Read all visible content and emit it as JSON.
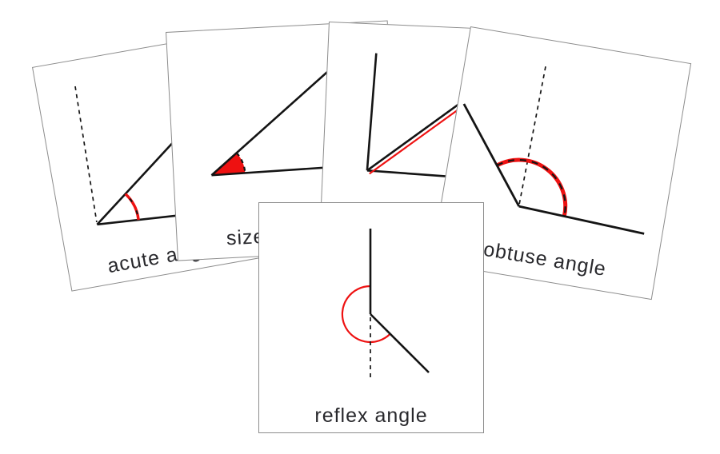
{
  "colors": {
    "page-bg": "#ffffff",
    "card-bg": "#ffffff",
    "card-border": "#8c8c8c",
    "line": "#141414",
    "red": "#ee1111",
    "text": "#28282c"
  },
  "cards": [
    {
      "name": "acute-angle-card",
      "label": "acute angle",
      "figure": "acute angle between two black rays with red arc and a dashed vertical reference line"
    },
    {
      "name": "size-of-angle-card",
      "label": "size of angle",
      "figure": "acute angle with solid red filled sector and dashed arc border"
    },
    {
      "name": "angle-side-card",
      "label": "",
      "figure": "angle with vertical and horizontal rays; diagonal ray highlighted by a parallel red line; caption hidden behind front card"
    },
    {
      "name": "obtuse-angle-card",
      "label": "obtuse angle",
      "figure": "obtuse angle between two black rays with thick red arc overlaid by black dashes and a dashed vertical reference line"
    },
    {
      "name": "reflex-angle-card",
      "label": "reflex angle",
      "figure": "reflex angle: vertical ray, diagonal ray, dashed continuation, red 225-degree arc around vertex"
    }
  ]
}
